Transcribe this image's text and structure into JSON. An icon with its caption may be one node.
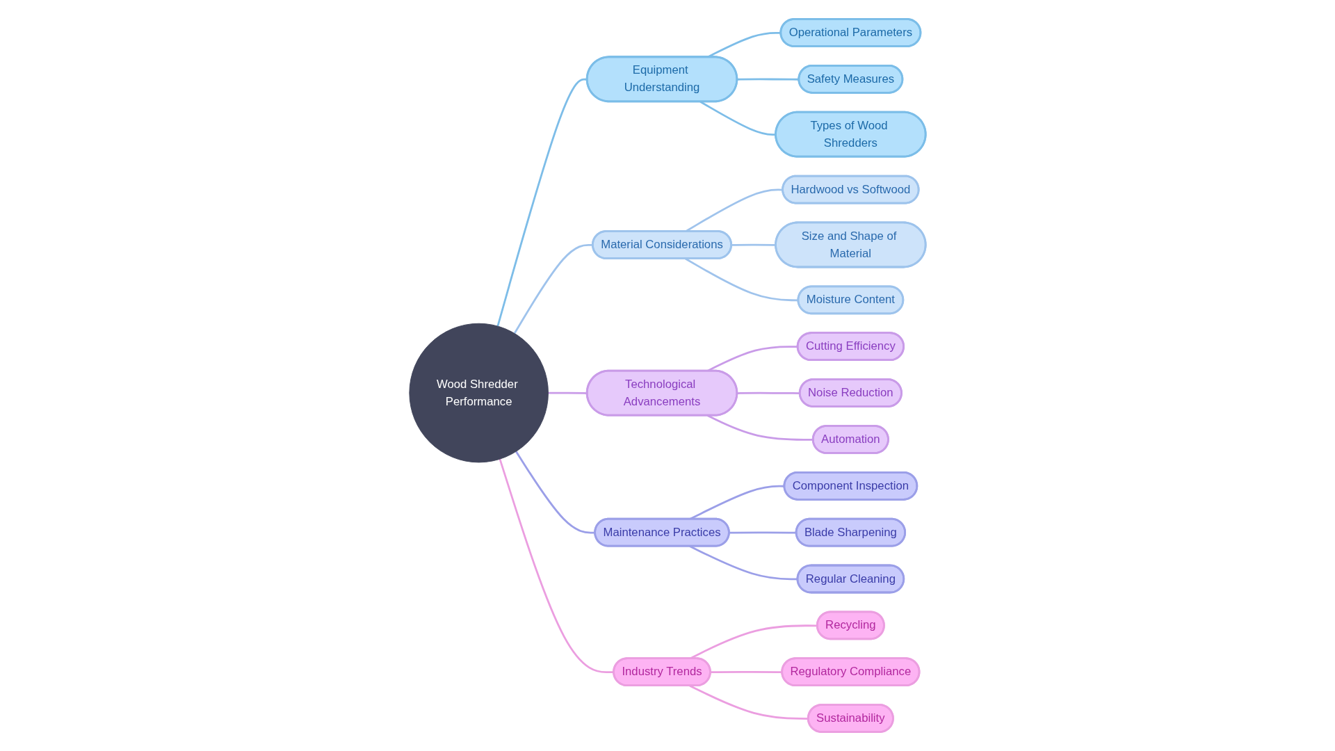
{
  "diagram": {
    "nodes": [
      {
        "text": [
          "Wood Shredder Performance"
        ]
      },
      {
        "text": [
          "Equipment Understanding"
        ]
      },
      {
        "text": [
          "Operational Parameters"
        ]
      },
      {
        "text": [
          "Safety Measures"
        ]
      },
      {
        "text": [
          "Types of Wood Shredders"
        ]
      },
      {
        "text": [
          "Material Considerations"
        ]
      },
      {
        "text": [
          "Hardwood vs Softwood"
        ]
      },
      {
        "text": [
          "Size and Shape of Material"
        ]
      },
      {
        "text": [
          "Moisture Content"
        ]
      },
      {
        "text": [
          "Technological Advancements"
        ]
      },
      {
        "text": [
          "Cutting Efficiency"
        ]
      },
      {
        "text": [
          "Noise Reduction"
        ]
      },
      {
        "text": [
          "Automation"
        ]
      },
      {
        "text": [
          "Maintenance Practices"
        ]
      },
      {
        "text": [
          "Component Inspection"
        ]
      },
      {
        "text": [
          "Blade Sharpening"
        ]
      },
      {
        "text": [
          "Regular Cleaning"
        ]
      },
      {
        "text": [
          "Industry Trends"
        ]
      },
      {
        "text": [
          "Recycling"
        ]
      },
      {
        "text": [
          "Regulatory Compliance"
        ]
      },
      {
        "text": [
          "Sustainability"
        ]
      }
    ],
    "edges": [
      {
        "from": 0,
        "to": 1,
        "arrow": "none",
        "color": "#7dbde8"
      },
      {
        "from": 1,
        "to": 2,
        "arrow": "none",
        "color": "#7dbde8"
      },
      {
        "from": 1,
        "to": 3,
        "arrow": "none",
        "color": "#7dbde8"
      },
      {
        "from": 1,
        "to": 4,
        "arrow": "none",
        "color": "#7dbde8"
      },
      {
        "from": 0,
        "to": 5,
        "arrow": "none",
        "color": "#9fc3ec"
      },
      {
        "from": 5,
        "to": 6,
        "arrow": "none",
        "color": "#9fc3ec"
      },
      {
        "from": 5,
        "to": 7,
        "arrow": "none",
        "color": "#9fc3ec"
      },
      {
        "from": 5,
        "to": 8,
        "arrow": "none",
        "color": "#9fc3ec"
      },
      {
        "from": 0,
        "to": 9,
        "arrow": "none",
        "color": "#c99be8"
      },
      {
        "from": 9,
        "to": 10,
        "arrow": "none",
        "color": "#c99be8"
      },
      {
        "from": 9,
        "to": 11,
        "arrow": "none",
        "color": "#c99be8"
      },
      {
        "from": 9,
        "to": 12,
        "arrow": "none",
        "color": "#c99be8"
      },
      {
        "from": 0,
        "to": 13,
        "arrow": "none",
        "color": "#9b9fe8"
      },
      {
        "from": 13,
        "to": 14,
        "arrow": "none",
        "color": "#9b9fe8"
      },
      {
        "from": 13,
        "to": 15,
        "arrow": "none",
        "color": "#9b9fe8"
      },
      {
        "from": 13,
        "to": 16,
        "arrow": "none",
        "color": "#9b9fe8"
      },
      {
        "from": 0,
        "to": 17,
        "arrow": "none",
        "color": "#eb9ee0"
      },
      {
        "from": 17,
        "to": 18,
        "arrow": "none",
        "color": "#eb9ee0"
      },
      {
        "from": 17,
        "to": 19,
        "arrow": "none",
        "color": "#eb9ee0"
      },
      {
        "from": 17,
        "to": 20,
        "arrow": "none",
        "color": "#eb9ee0"
      }
    ]
  }
}
